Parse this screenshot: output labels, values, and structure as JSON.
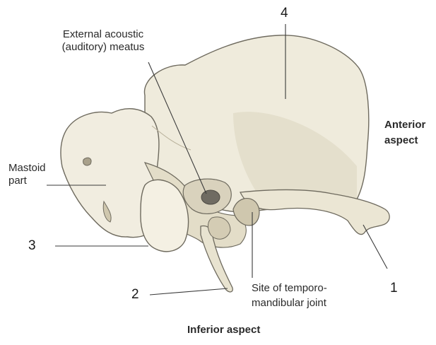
{
  "diagram": {
    "labels": {
      "external_meatus": "External acoustic\n(auditory) meatus",
      "mastoid_part": "Mastoid\npart",
      "anterior_aspect": "Anterior\naspect",
      "inferior_aspect": "Inferior aspect",
      "tmj_site": "Site of temporo-\nmandibular joint",
      "n1": "1",
      "n2": "2",
      "n3": "3",
      "n4": "4"
    },
    "colors": {
      "bone": "#efebdc",
      "bone_shade": "#d9d2bd",
      "cavity": "#cfc7ae",
      "outline": "#6e6a5e",
      "leader": "#3a3a3a",
      "meatus_hole": "#6f6b62"
    }
  }
}
